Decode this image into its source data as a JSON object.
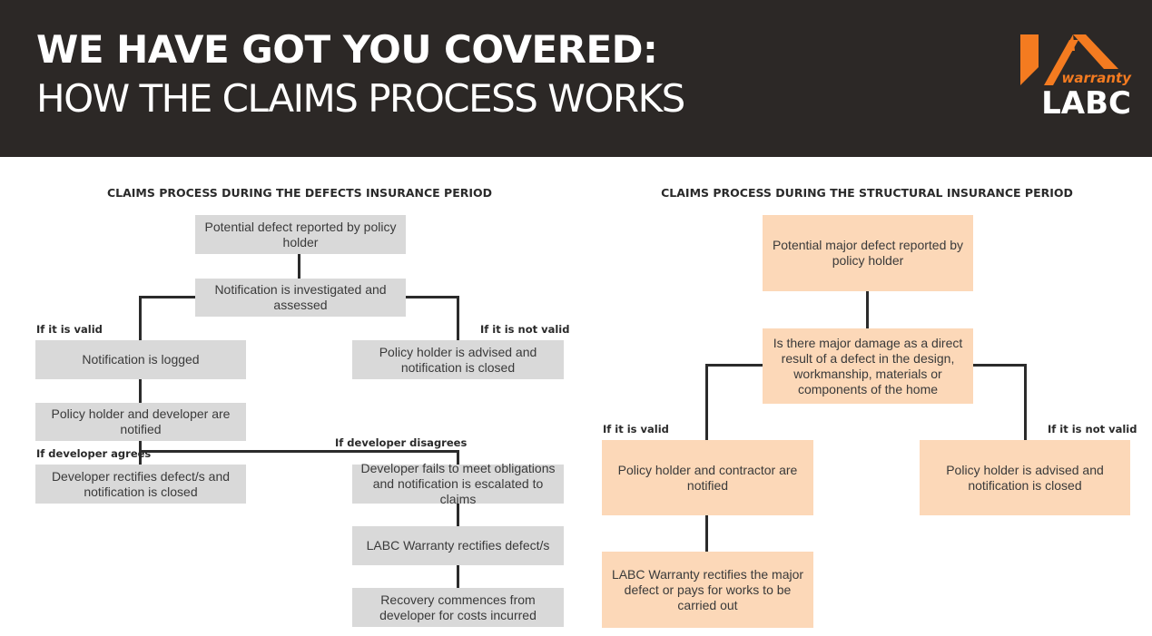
{
  "header": {
    "title_line1": "WE HAVE GOT YOU COVERED:",
    "title_line2": "HOW THE CLAIMS PROCESS WORKS",
    "logo_script": "warranty",
    "logo_word": "LABC",
    "logo_color": "#f47b20"
  },
  "defects": {
    "title": "CLAIMS PROCESS DURING THE DEFECTS INSURANCE PERIOD",
    "reported": "Potential defect reported by policy holder",
    "investigated": "Notification is investigated and assessed",
    "label_valid": "If it is valid",
    "label_not_valid": "If it is not valid",
    "logged": "Notification is logged",
    "advised_closed": "Policy holder is advised and notification is closed",
    "notified": "Policy holder and developer are notified",
    "label_agrees": "If developer agrees",
    "label_disagrees": "If developer disagrees",
    "rectifies": "Developer rectifies defect/s and notification is closed",
    "fails": "Developer fails to meet obligations and notification is escalated to claims",
    "labc_rectifies": "LABC Warranty rectifies defect/s",
    "recovery": "Recovery commences from developer for costs incurred"
  },
  "structural": {
    "title": "CLAIMS PROCESS DURING THE STRUCTURAL INSURANCE PERIOD",
    "reported": "Potential major defect reported by policy holder",
    "question": "Is there major damage as a direct result of a defect in the design, workmanship, materials or components of the home",
    "label_valid": "If it is valid",
    "label_not_valid": "If it is not valid",
    "notified": "Policy holder and contractor are notified",
    "advised_closed": "Policy holder is advised and notification is closed",
    "labc_rectifies": "LABC Warranty rectifies the major defect or pays for works to be carried out"
  },
  "colors": {
    "header_bg": "#2c2826",
    "grey_box": "#d9d9d9",
    "peach_box": "#fcd8b8",
    "accent": "#f47b20"
  }
}
